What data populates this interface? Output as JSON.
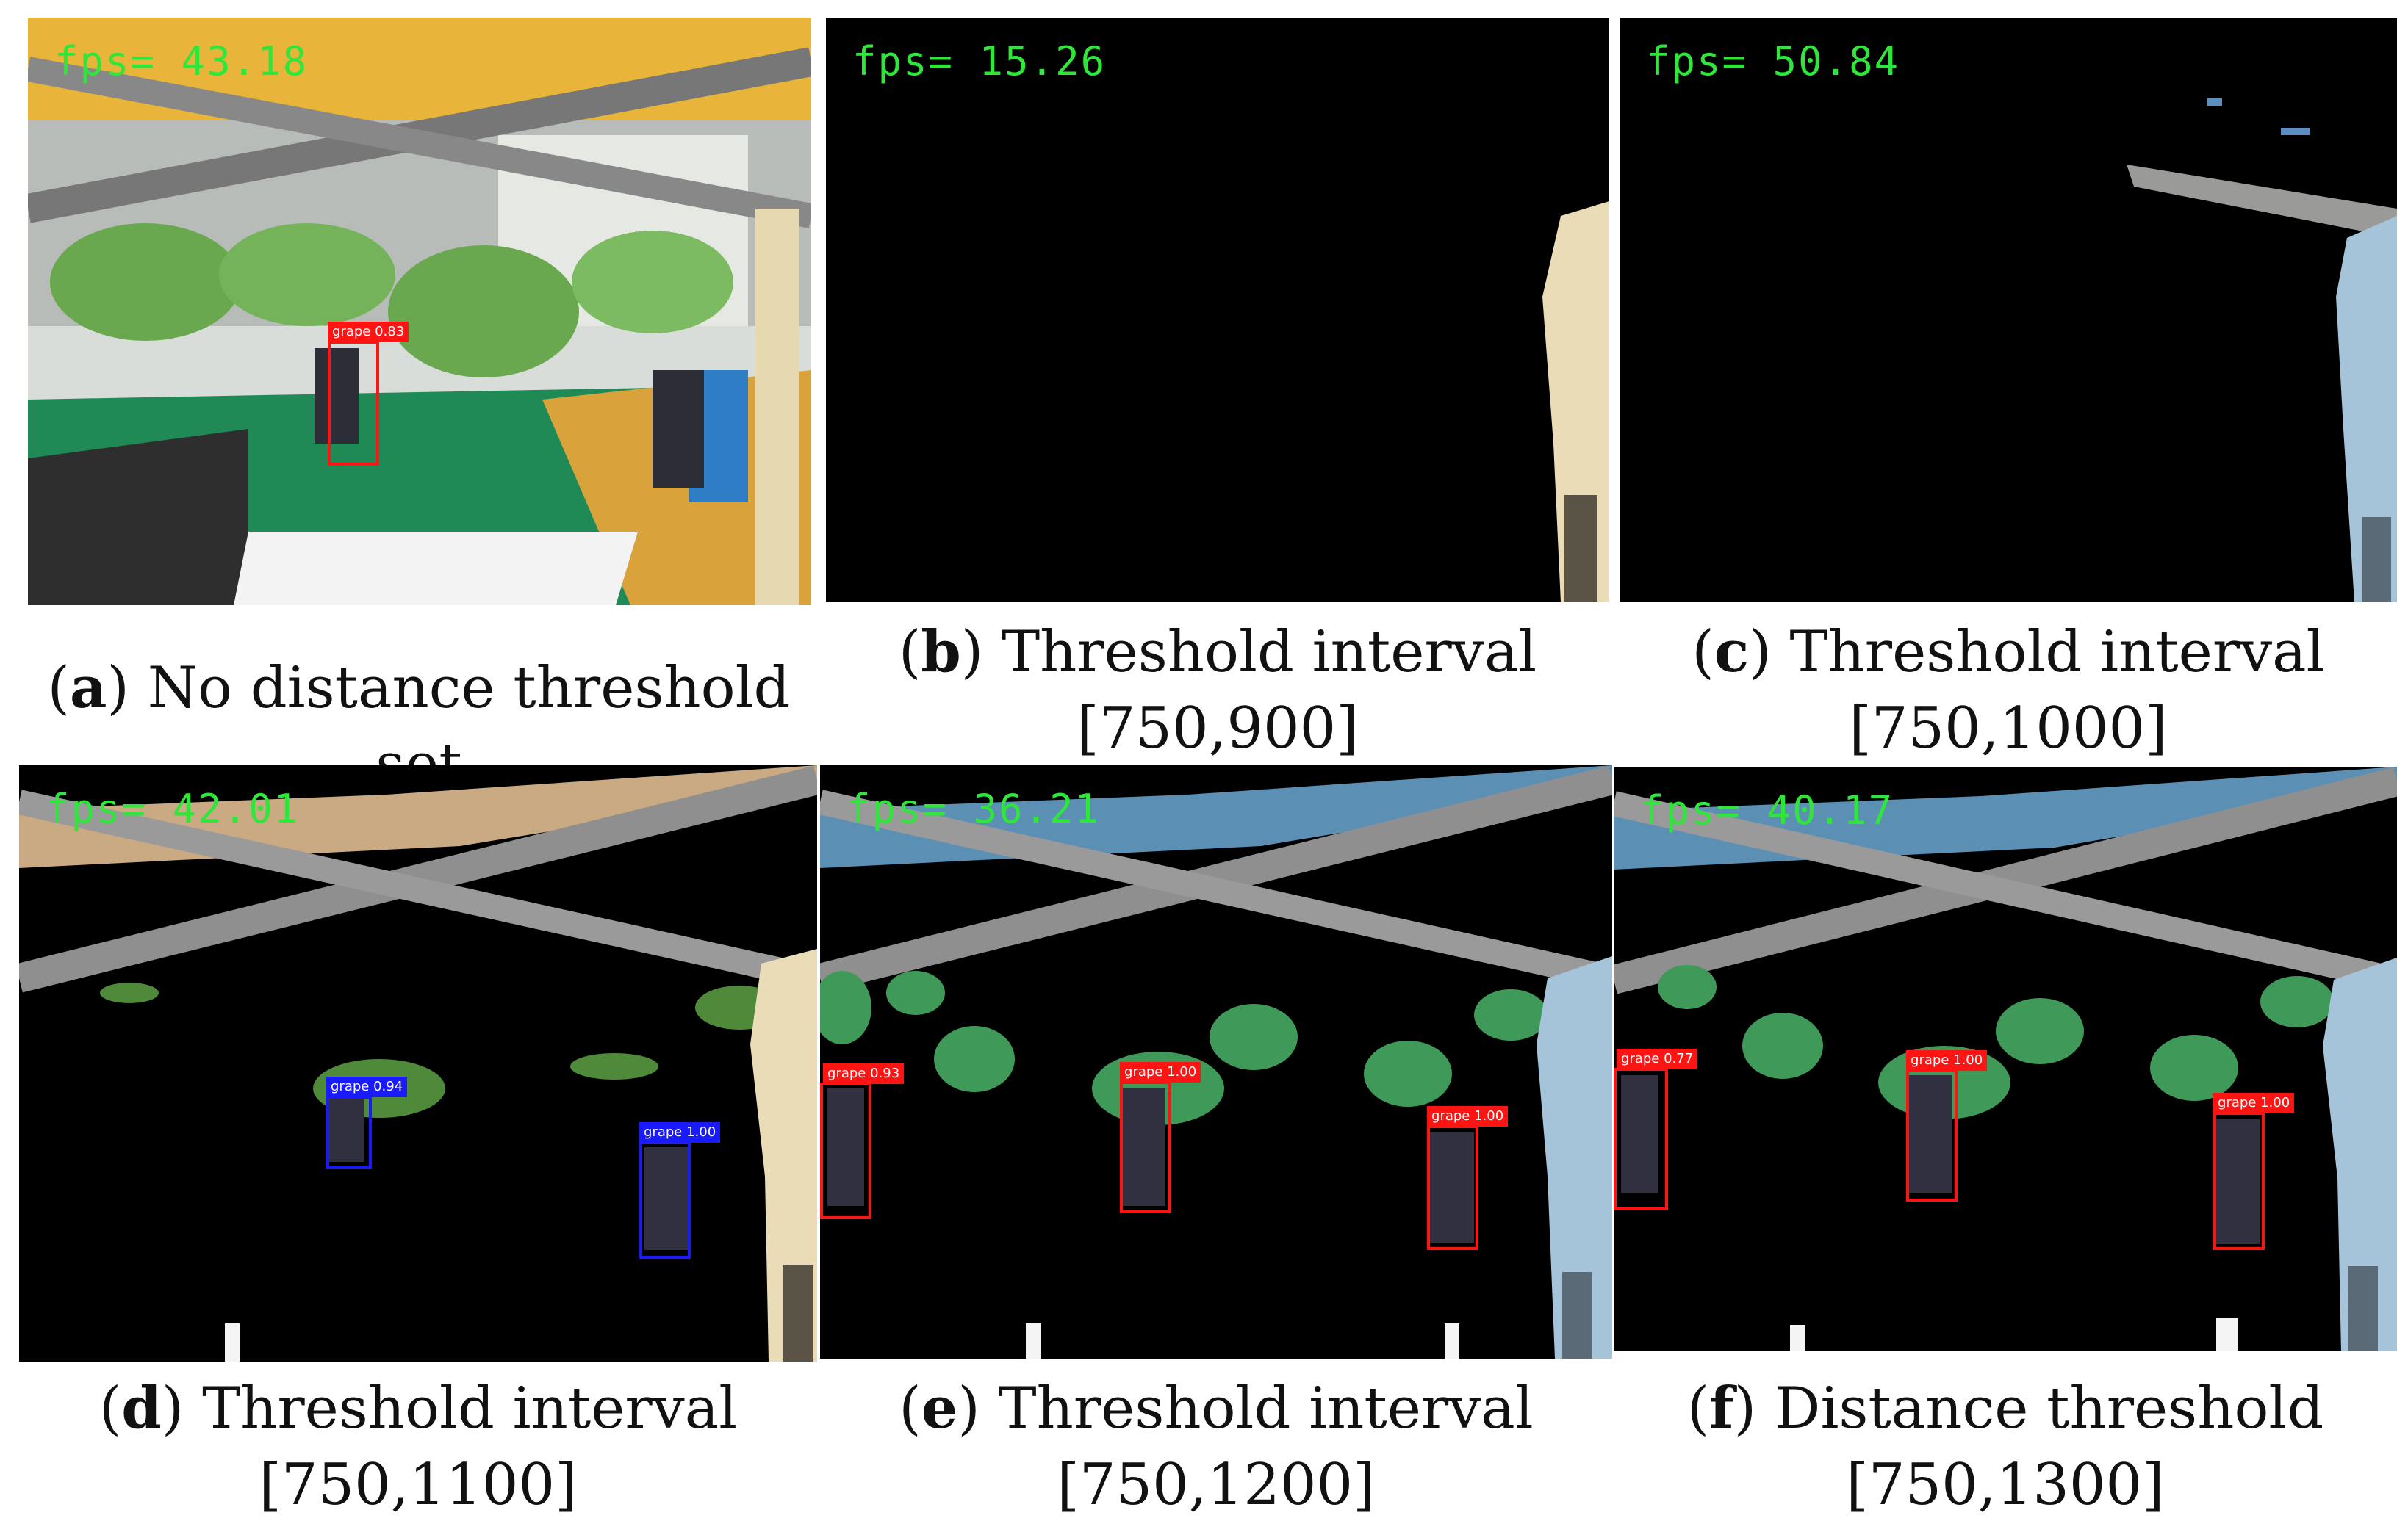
{
  "panels": {
    "a": {
      "fps": "fps= 43.18",
      "letter": "a",
      "caption": "No distance threshold set",
      "caption2": ""
    },
    "b": {
      "fps": "fps= 15.26",
      "letter": "b",
      "caption": "Threshold interval",
      "caption2": "[750,900]"
    },
    "c": {
      "fps": "fps= 50.84",
      "letter": "c",
      "caption": "Threshold interval",
      "caption2": "[750,1000]"
    },
    "d": {
      "fps": "fps= 42.01",
      "letter": "d",
      "caption": "Threshold interval",
      "caption2": "[750,1100]"
    },
    "e": {
      "fps": "fps= 36.21",
      "letter": "e",
      "caption": "Threshold interval",
      "caption2": "[750,1200]"
    },
    "f": {
      "fps": "fps= 40.17",
      "letter": "f",
      "caption": "Distance threshold",
      "caption2": "[750,1300]"
    }
  },
  "detections": {
    "a1": "grape 0.83",
    "d1": "grape 0.94",
    "d2": "grape 1.00",
    "e1": "grape 0.93",
    "e2": "grape 1.00",
    "e3": "grape 1.00",
    "f1": "grape 0.77",
    "f2": "grape 1.00",
    "f3": "grape 1.00"
  },
  "colors": {
    "fps_text": "#2fe63a",
    "detection_box": "#ff1414",
    "detection_box_alt": "#1a1aff",
    "leaf": "#3f9a5a",
    "pole": "#e9dcb6"
  }
}
